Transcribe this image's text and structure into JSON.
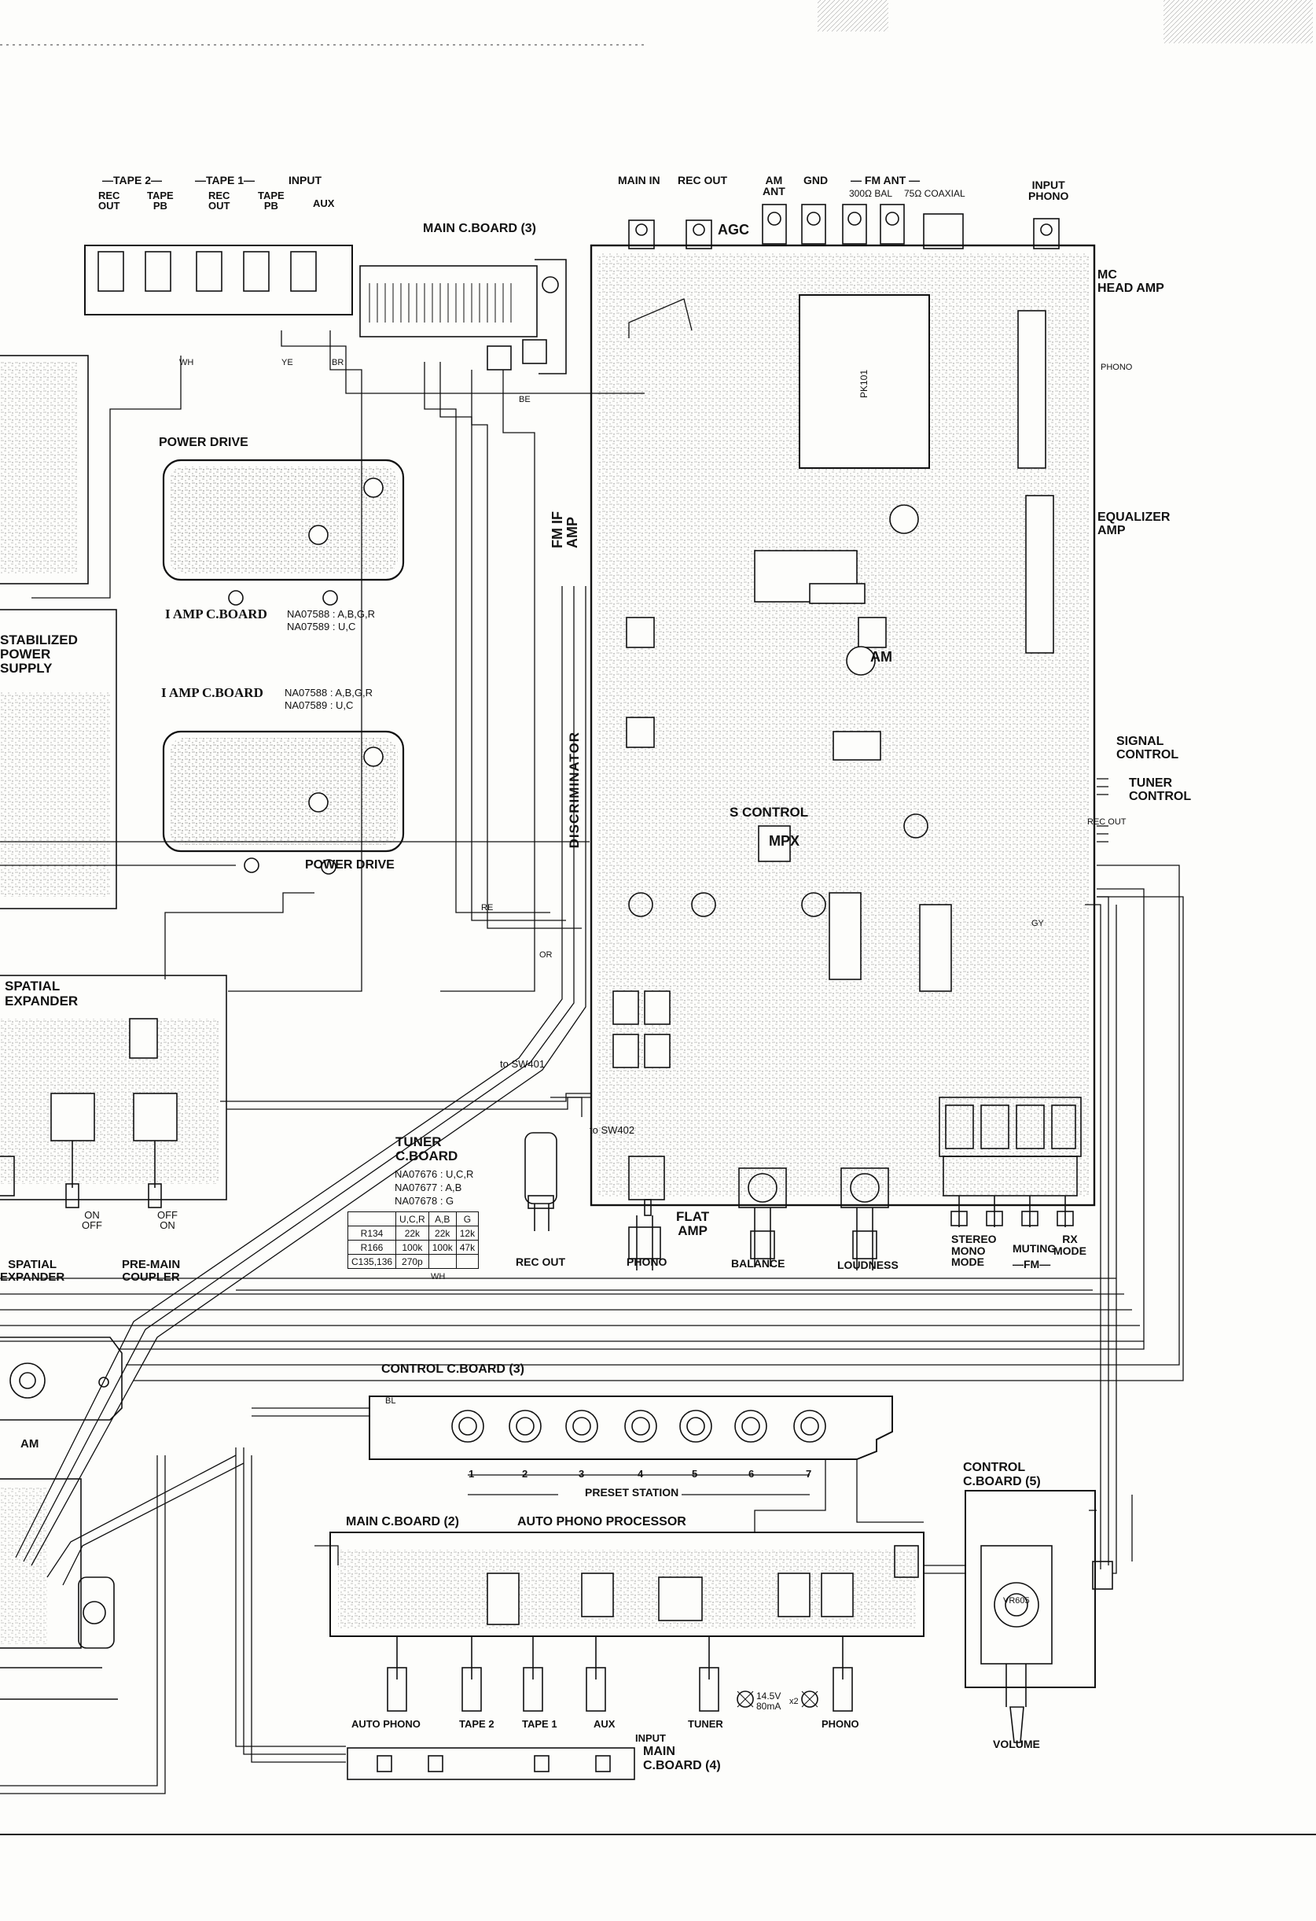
{
  "jacks": {
    "tape2": "—TAPE 2—",
    "tape1": "—TAPE 1—",
    "input": "INPUT",
    "rec_out_1": "REC\nOUT",
    "tape_pb_1": "TAPE\nPB",
    "rec_out_2": "REC\nOUT",
    "tape_pb_2": "TAPE\nPB",
    "aux": "AUX"
  },
  "rear_panel": {
    "main_in": "MAIN IN",
    "rec_out": "REC OUT",
    "am_ant": "AM\nANT",
    "gnd": "GND",
    "fm_ant": "— FM ANT —",
    "bal": "300Ω BAL",
    "coaxial": "75Ω COAXIAL",
    "input_phono": "INPUT\nPHONO",
    "agc": "AGC"
  },
  "boards": {
    "main_c_board_3": "MAIN C.BOARD (3)",
    "mc_head_amp": "MC\nHEAD AMP",
    "phono_side": "PHONO",
    "equalizer_amp": "EQUALIZER\nAMP",
    "power_drive_top": "POWER DRIVE",
    "power_drive_bottom": "POWER DRIVE",
    "i_amp_1": "I AMP C.BOARD",
    "i_amp_1_codes": "NA07588 : A,B,G,R\nNA07589 : U,C",
    "i_amp_2": "I AMP C.BOARD",
    "i_amp_2_codes": "NA07588 : A,B,G,R\nNA07589 : U,C",
    "stabilized": "STABILIZED\nPOWER\nSUPPLY",
    "spatial_expander": "SPATIAL\nEXPANDER",
    "spatial_expander_bottom": "SPATIAL\nEXPANDER",
    "pre_main": "PRE-MAIN\nCOUPLER",
    "on_off_1": "ON\nOFF",
    "on_off_2": "OFF\nON",
    "fm_if_amp": "FM IF\nAMP",
    "discriminator": "DISCRIMINATOR",
    "am": "AM",
    "mpx": "MPX",
    "s_control": "S CONTROL",
    "pk101": "PK101",
    "signal_control": "SIGNAL\nCONTROL",
    "tuner_control": "TUNER\nCONTROL",
    "to_sw401": "to SW401",
    "to_sw402": "to SW402",
    "tuner_c_board": "TUNER\nC.BOARD",
    "tuner_codes": "NA07676 : U,C,R\nNA07677 : A,B\nNA07678 : G",
    "flat_amp": "FLAT\nAMP",
    "rec_out_knob": "REC OUT",
    "phono_knob": "PHONO",
    "balance": "BALANCE",
    "loudness": "LOUDNESS",
    "stereo_mono": "STEREO\nMONO\nMODE",
    "muting": "MUTING",
    "rx_mode": "RX\nMODE",
    "fm_bottom": "—FM—",
    "control_c_board_3": "CONTROL C.BOARD (3)",
    "preset_station": "PRESET STATION",
    "preset_numbers": [
      "1",
      "2",
      "3",
      "4",
      "5",
      "6",
      "7"
    ],
    "am_left": "AM",
    "control_c_board_5": "CONTROL\nC.BOARD (5)",
    "vr605": "VR605",
    "volume": "VOLUME",
    "main_c_board_2": "MAIN C.BOARD (2)",
    "auto_phono_processor": "AUTO PHONO PROCESSOR",
    "auto_phono": "AUTO PHONO",
    "tape2_in": "TAPE 2",
    "tape1_in": "TAPE 1",
    "aux_in": "AUX",
    "tuner_in": "TUNER",
    "phono_in": "PHONO",
    "input_bottom": "INPUT",
    "lamp": "14.5V\n80mA",
    "lamp_x2": "x2",
    "main_c_board_4": "MAIN\nC.BOARD (4)",
    "rec_out_small": "REC OUT"
  },
  "resistor_table": {
    "headers": [
      "",
      "U,C,R",
      "A,B",
      "G"
    ],
    "rows": [
      [
        "R134",
        "22k",
        "22k",
        "12k"
      ],
      [
        "R166",
        "100k",
        "100k",
        "47k"
      ],
      [
        "C135,136",
        "270p",
        "",
        ""
      ]
    ],
    "footer": "WH"
  },
  "wire_colors": {
    "wh": "WH",
    "ye": "YE",
    "br": "BR",
    "be": "BE",
    "re": "RE",
    "bl": "BL",
    "or": "OR",
    "gy": "GY"
  }
}
